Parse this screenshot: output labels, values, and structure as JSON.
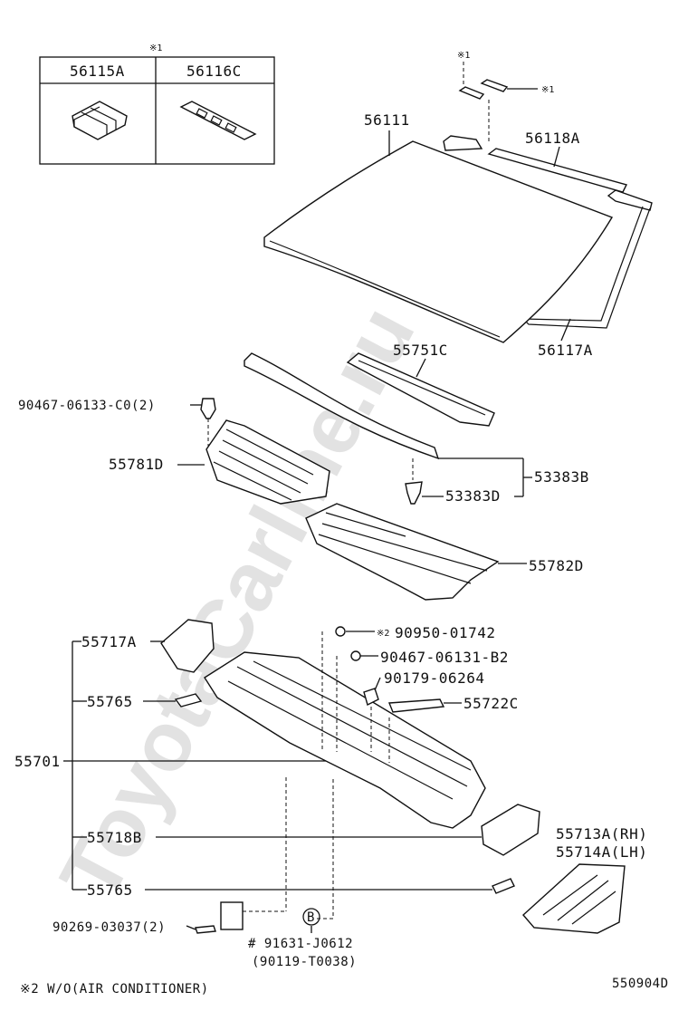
{
  "watermark": "ToyotaCarline.ru",
  "inset": {
    "note_mark": "※1",
    "col1": "56115A",
    "col2": "56116C"
  },
  "callouts": {
    "c_56111": "56111",
    "c_56118A": "56118A",
    "c_56117A": "56117A",
    "c_55751C": "55751C",
    "c_90467_c0": "90467-06133-C0(2)",
    "c_55781D": "55781D",
    "c_53383B": "53383B",
    "c_53383D": "53383D",
    "c_55782D": "55782D",
    "c_55717A": "55717A",
    "c_90950": "90950-01742",
    "c_90950_note": "※2",
    "c_90467_b2": "90467-06131-B2",
    "c_90179": "90179-06264",
    "c_55722C": "55722C",
    "c_55765a": "55765",
    "c_55701": "55701",
    "c_55718B": "55718B",
    "c_55713A": "55713A(RH)",
    "c_55714A": "55714A(LH)",
    "c_55765b": "55765",
    "c_90269": "90269-03037(2)",
    "c_91631": "# 91631-J0612",
    "c_90119": "(90119-T0038)",
    "c_B": "B",
    "note_top_a": "※1",
    "note_top_b": "※1"
  },
  "footer": {
    "note": "※2 W/O(AIR CONDITIONER)",
    "drawing_id": "550904D"
  }
}
